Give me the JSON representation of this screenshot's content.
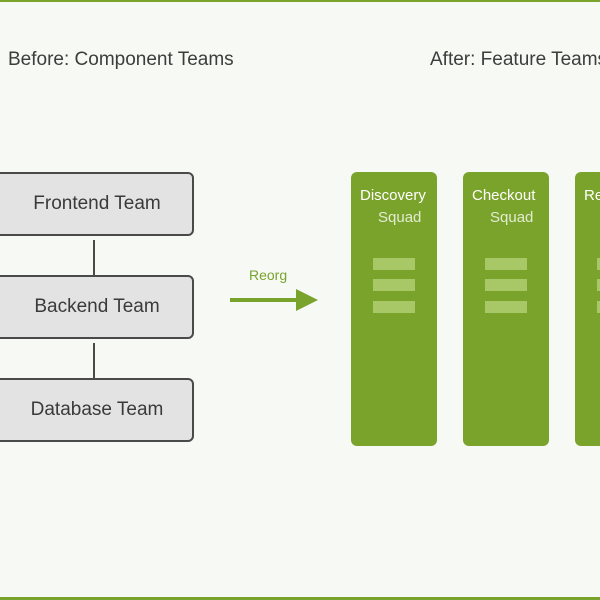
{
  "headings": {
    "before": "Before: Component Teams",
    "after": "After: Feature Teams"
  },
  "component_teams": [
    "Frontend Team",
    "Backend Team",
    "Database Team"
  ],
  "transition": {
    "label": "Reorg"
  },
  "squads": [
    {
      "line1": "Discovery",
      "line2": "Squad"
    },
    {
      "line1": "Checkout",
      "line2": "Squad"
    },
    {
      "line1": "Re",
      "line2": ""
    }
  ],
  "colors": {
    "accent": "#7aa32c",
    "squad_bar": "#a8c868",
    "team_fill": "#e3e3e3",
    "team_border": "#4a4a4a",
    "background": "#f6f9f4"
  }
}
